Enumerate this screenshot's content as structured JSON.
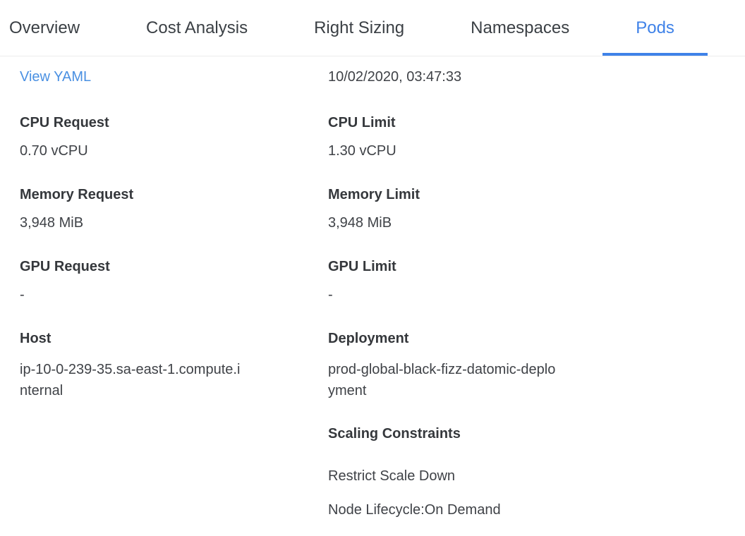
{
  "tabs": [
    {
      "label": "Overview",
      "active": false
    },
    {
      "label": "Cost Analysis",
      "active": false
    },
    {
      "label": "Right Sizing",
      "active": false
    },
    {
      "label": "Namespaces",
      "active": false
    },
    {
      "label": "Pods",
      "active": true
    }
  ],
  "panel": {
    "view_yaml": "View YAML",
    "created_timestamp": "10/02/2020, 03:47:33",
    "left_fields": [
      {
        "label": "CPU Request",
        "value": "0.70 vCPU"
      },
      {
        "label": "Memory Request",
        "value": "3,948 MiB"
      },
      {
        "label": "GPU Request",
        "value": "-"
      },
      {
        "label": "Host",
        "value": "ip-10-0-239-35.sa-east-1.compute.internal"
      }
    ],
    "right_fields": [
      {
        "label": "CPU Limit",
        "value": "1.30 vCPU"
      },
      {
        "label": "Memory Limit",
        "value": "3,948 MiB"
      },
      {
        "label": "GPU Limit",
        "value": "-"
      },
      {
        "label": "Deployment",
        "value": "prod-global-black-fizz-datomic-deployment"
      }
    ],
    "scaling": {
      "title": "Scaling Constraints",
      "items": [
        "Restrict Scale Down",
        "Node Lifecycle:On Demand"
      ]
    }
  },
  "colors": {
    "active_tab_blue": "#3f82e8",
    "link_blue": "#4a90e2",
    "label_dark": "#35383c",
    "text_dark": "#3f4247",
    "tab_border": "#ececec"
  }
}
